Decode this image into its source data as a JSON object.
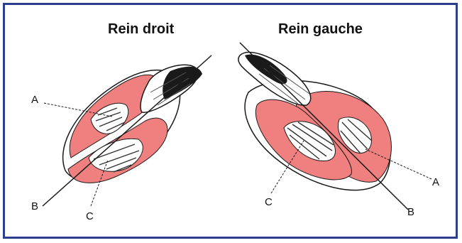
{
  "titles": {
    "right_kidney": "Rein droit",
    "left_kidney": "Rein gauche"
  },
  "labels": {
    "right": {
      "a": "A",
      "b": "B",
      "c": "C"
    },
    "left": {
      "a": "A",
      "b": "B",
      "c": "C"
    }
  },
  "colors": {
    "frame": "#2b3f8c",
    "cortex": "#f07f7f",
    "ink": "#1a1a1a"
  }
}
